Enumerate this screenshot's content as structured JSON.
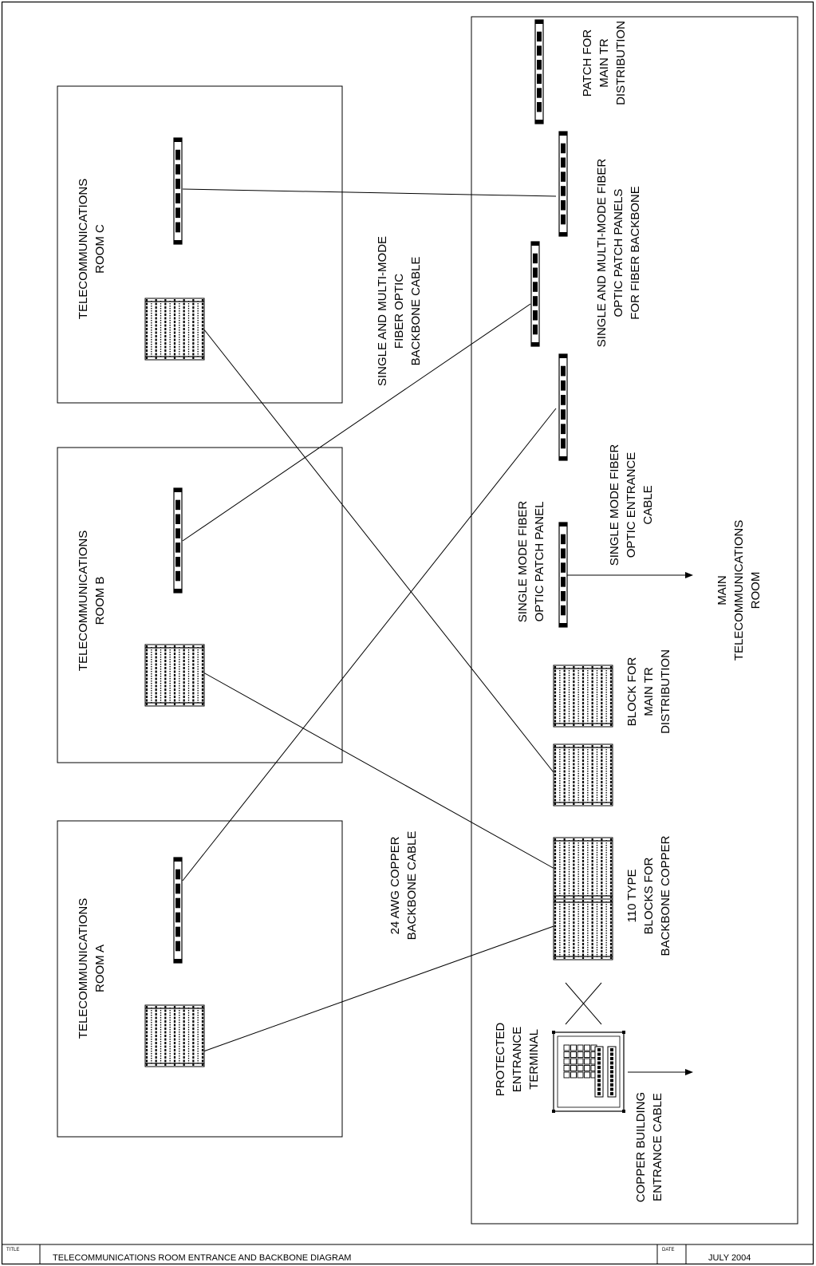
{
  "title_block": {
    "title_caption": "TITLE",
    "title": "TELECOMMUNICATIONS ROOM ENTRANCE AND BACKBONE DIAGRAM",
    "date_caption": "DATE",
    "date": "JULY 2004"
  },
  "rooms": {
    "a": [
      "TELECOMMUNICATIONS",
      "ROOM A"
    ],
    "b": [
      "TELECOMMUNICATIONS",
      "ROOM B"
    ],
    "c": [
      "TELECOMMUNICATIONS",
      "ROOM C"
    ],
    "main": [
      "MAIN",
      "TELECOMMUNICATIONS",
      "ROOM"
    ]
  },
  "cable_labels": {
    "copper_backbone": [
      "24 AWG COPPER",
      "BACKBONE CABLE"
    ],
    "fiber_backbone": [
      "SINGLE AND MULTI-MODE",
      "FIBER OPTIC",
      "BACKBONE CABLE"
    ]
  },
  "equipment_labels": {
    "patch_main_tr": [
      "PATCH FOR",
      "MAIN TR",
      "DISTRIBUTION"
    ],
    "fiber_patch_panels": [
      "SINGLE AND MULTI-MODE FIBER",
      "OPTIC PATCH PANELS",
      "FOR FIBER BACKBONE"
    ],
    "single_mode_entrance": [
      "SINGLE MODE FIBER",
      "OPTIC ENTRANCE",
      "CABLE"
    ],
    "single_mode_panel": [
      "SINGLE MODE FIBER",
      "OPTIC PATCH PANEL"
    ],
    "block_main_tr": [
      "BLOCK FOR",
      "MAIN TR",
      "DISTRIBUTION"
    ],
    "type_110_blocks": [
      "110 TYPE",
      "BLOCKS FOR",
      "BACKBONE COPPER"
    ],
    "protected_terminal": [
      "PROTECTED",
      "ENTRANCE",
      "TERMINAL"
    ],
    "copper_entrance": [
      "COPPER BUILDING",
      "ENTRANCE CABLE"
    ]
  }
}
